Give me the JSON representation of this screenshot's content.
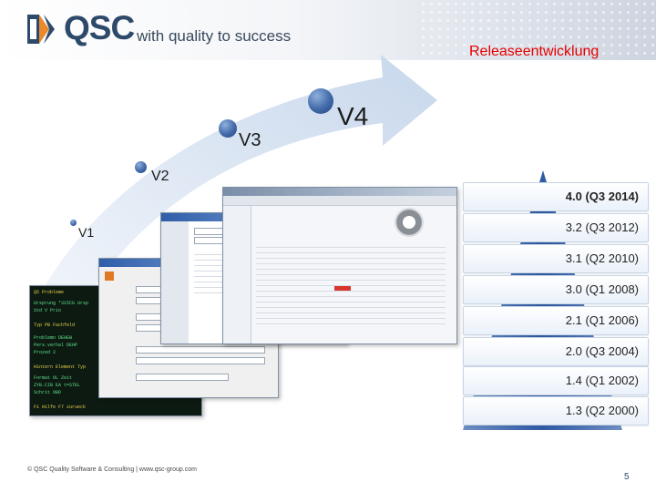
{
  "header": {
    "logo_text": "QSC",
    "tagline": "with quality to success",
    "title": "Releaseentwicklung"
  },
  "versions": [
    {
      "label": "V1"
    },
    {
      "label": "V2"
    },
    {
      "label": "V3"
    },
    {
      "label": "V4"
    }
  ],
  "releases": [
    {
      "label": "4.0 (Q3 2014)",
      "current": true
    },
    {
      "label": "3.2 (Q3 2012)"
    },
    {
      "label": "3.1 (Q2 2010)"
    },
    {
      "label": "3.0 (Q1 2008)"
    },
    {
      "label": "2.1 (Q1 2006)"
    },
    {
      "label": "2.0 (Q3 2004)"
    },
    {
      "label": "1.4 (Q1 2002)"
    },
    {
      "label": "1.3 (Q2 2000)"
    }
  ],
  "footer": {
    "text": "© QSC Quality Software & Consulting | www.qsc-group.com",
    "page": "5"
  },
  "colors": {
    "brand_blue": "#2d4a6b",
    "title_red": "#e60000",
    "arrow_blue": "#c7d6ea",
    "bubble_blue": "#4169a8"
  }
}
